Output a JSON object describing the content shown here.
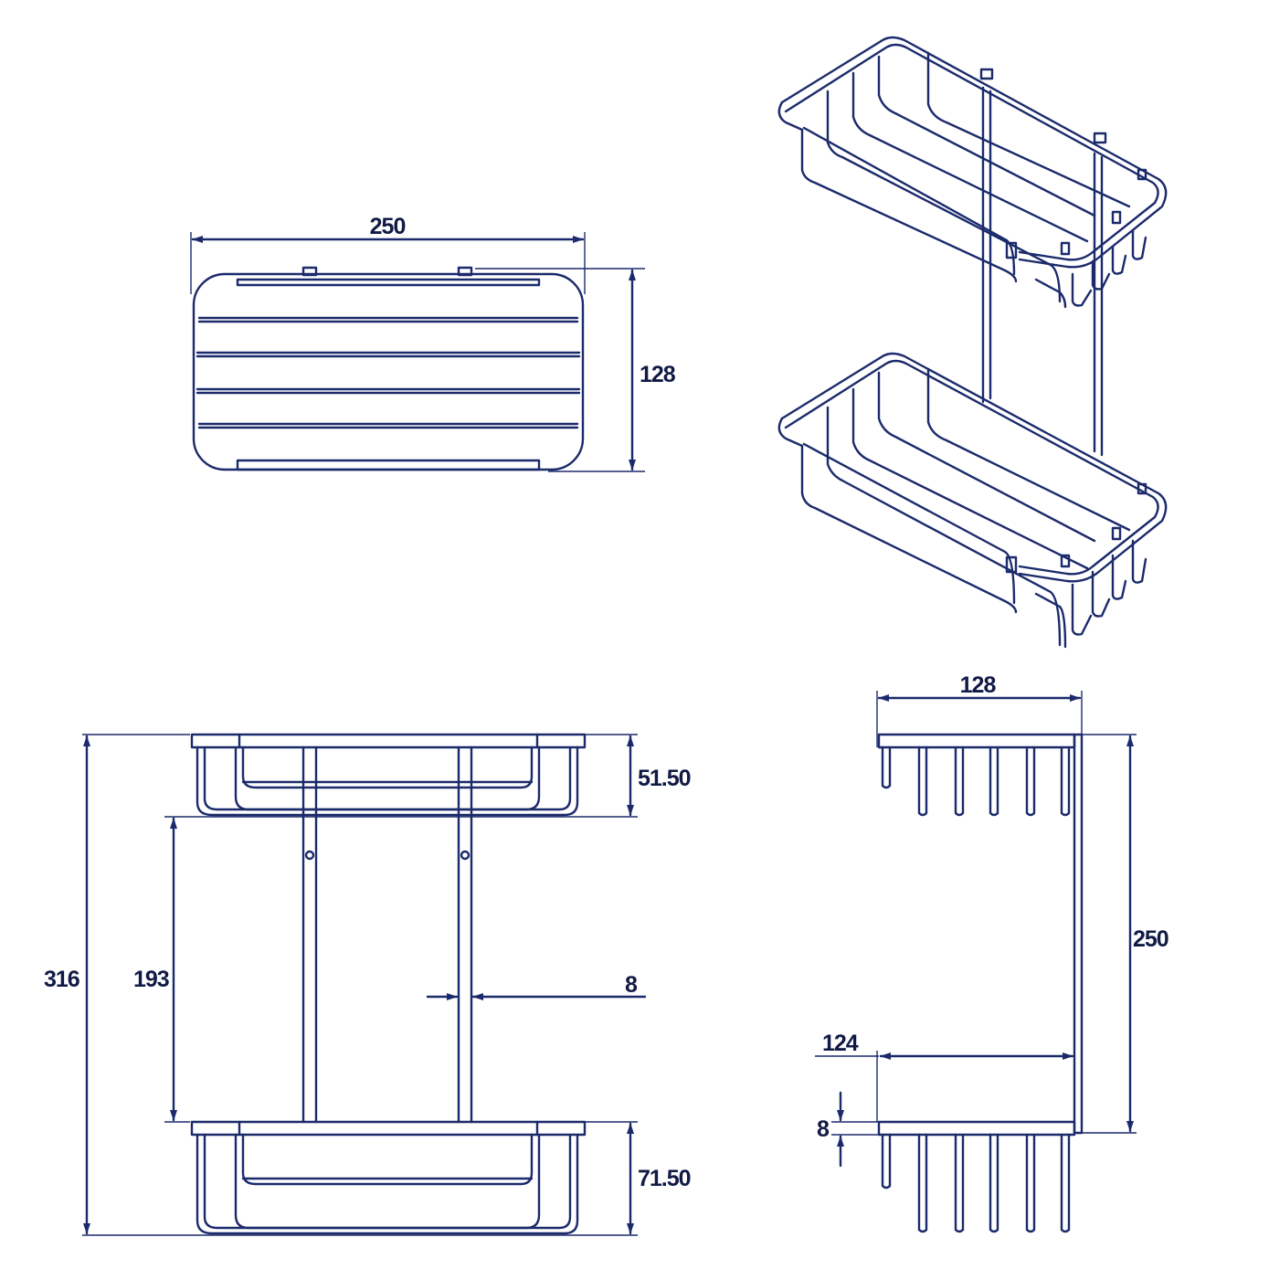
{
  "colors": {
    "line": "#1b2a6b",
    "text": "#111a44",
    "background": "#ffffff"
  },
  "dimensions": {
    "top_view_width": "250",
    "top_view_depth": "128",
    "front_height_total": "316",
    "front_gap": "193",
    "front_top_basket": "51.50",
    "front_bottom_basket": "71.50",
    "front_rod": "8",
    "side_depth": "128",
    "side_height": "250",
    "side_inner_depth": "124",
    "side_shelf_thickness": "8"
  }
}
